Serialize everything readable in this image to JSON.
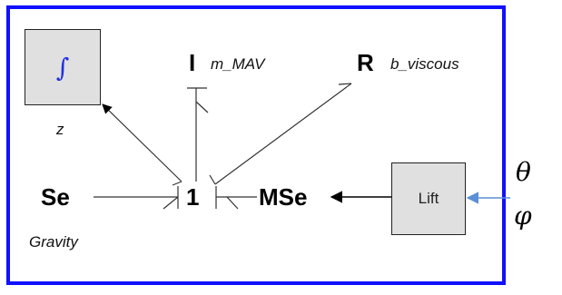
{
  "elements": {
    "integrator_symbol": "∫",
    "integrator_label": "z",
    "inertia": {
      "type": "I",
      "param": "m_MAV"
    },
    "resistor": {
      "type": "R",
      "param": "b_viscous"
    },
    "source": {
      "type": "Se",
      "param": "Gravity"
    },
    "junction": "1",
    "modulated_source": "MSe",
    "lift_block": "Lift",
    "inputs": [
      "θ",
      "φ"
    ]
  },
  "colors": {
    "frame": "#1010ff",
    "input_arrow": "#5b8fd6",
    "block_fill": "#e0e0e0"
  }
}
